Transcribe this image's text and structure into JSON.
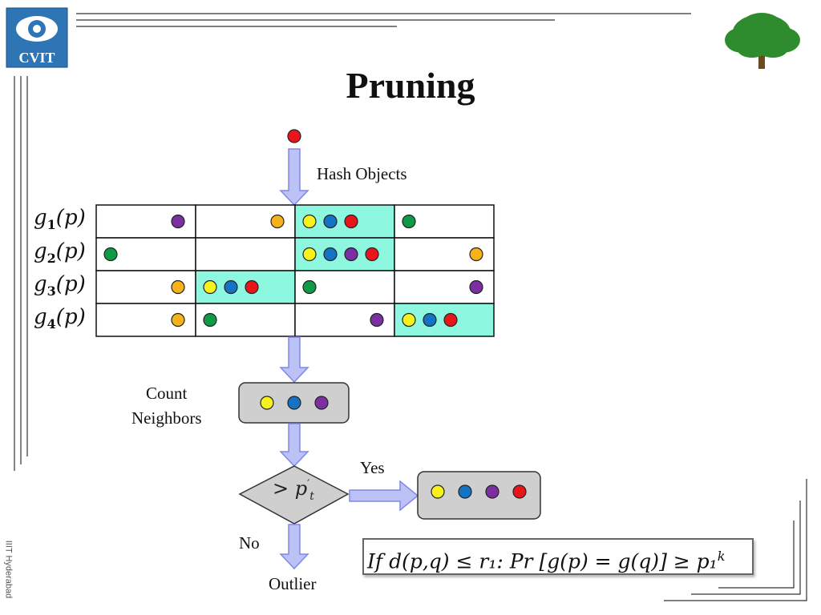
{
  "title": "Pruning",
  "logo_text": "CVIT",
  "side_label": "IIIT Hyderabad",
  "labels": {
    "hash_objects": "Hash Objects",
    "count_line1": "Count",
    "count_line2": "Neighbors",
    "yes": "Yes",
    "no": "No",
    "outlier": "Outlier",
    "decision_base": "> p",
    "decision_sub": "t",
    "decision_prime": "′"
  },
  "row_labels": [
    {
      "base": "g",
      "sub": "1",
      "arg": "(p)"
    },
    {
      "base": "g",
      "sub": "2",
      "arg": "(p)"
    },
    {
      "base": "g",
      "sub": "3",
      "arg": "(p)"
    },
    {
      "base": "g",
      "sub": "4",
      "arg": "(p)"
    }
  ],
  "formula": {
    "text": "If d(p,q) ≤ r₁: Pr [g(p) = g(q)] ≥ p₁",
    "superscript": "k"
  },
  "colors": {
    "red": "#e8161b",
    "yellow": "#f7f21e",
    "blue": "#1473c4",
    "purple": "#7b2fa0",
    "green": "#0f9a48",
    "orange": "#f6b21b",
    "highlight": "#8ef7e0",
    "arrow_fill": "#bcc2f5",
    "arrow_stroke": "#7f88e8",
    "box_fill": "#cfcfcf",
    "tree": "#2e8b2e",
    "logo_blue": "#2e75b6"
  },
  "grid": {
    "rows": [
      {
        "highlight_col": 2,
        "cells": [
          [
            "purple"
          ],
          [
            "orange"
          ],
          [
            "yellow",
            "blue",
            "red"
          ],
          [
            "green"
          ]
        ],
        "align": [
          "right",
          "right",
          "left",
          "left"
        ]
      },
      {
        "highlight_col": 2,
        "cells": [
          [
            "green"
          ],
          [],
          [
            "yellow",
            "blue",
            "purple",
            "red"
          ],
          [
            "orange"
          ]
        ],
        "align": [
          "left",
          "left",
          "left",
          "right"
        ]
      },
      {
        "highlight_col": 1,
        "cells": [
          [
            "orange"
          ],
          [
            "yellow",
            "blue",
            "red"
          ],
          [
            "green"
          ],
          [
            "purple"
          ]
        ],
        "align": [
          "right",
          "left",
          "left",
          "right"
        ]
      },
      {
        "highlight_col": 3,
        "cells": [
          [
            "orange"
          ],
          [
            "green"
          ],
          [
            "purple"
          ],
          [
            "yellow",
            "blue",
            "red"
          ]
        ],
        "align": [
          "right",
          "left",
          "right",
          "left"
        ]
      }
    ]
  },
  "query_dot": "red",
  "count_box_dots": [
    "yellow",
    "blue",
    "purple"
  ],
  "result_box_dots": [
    "yellow",
    "blue",
    "purple",
    "red"
  ]
}
